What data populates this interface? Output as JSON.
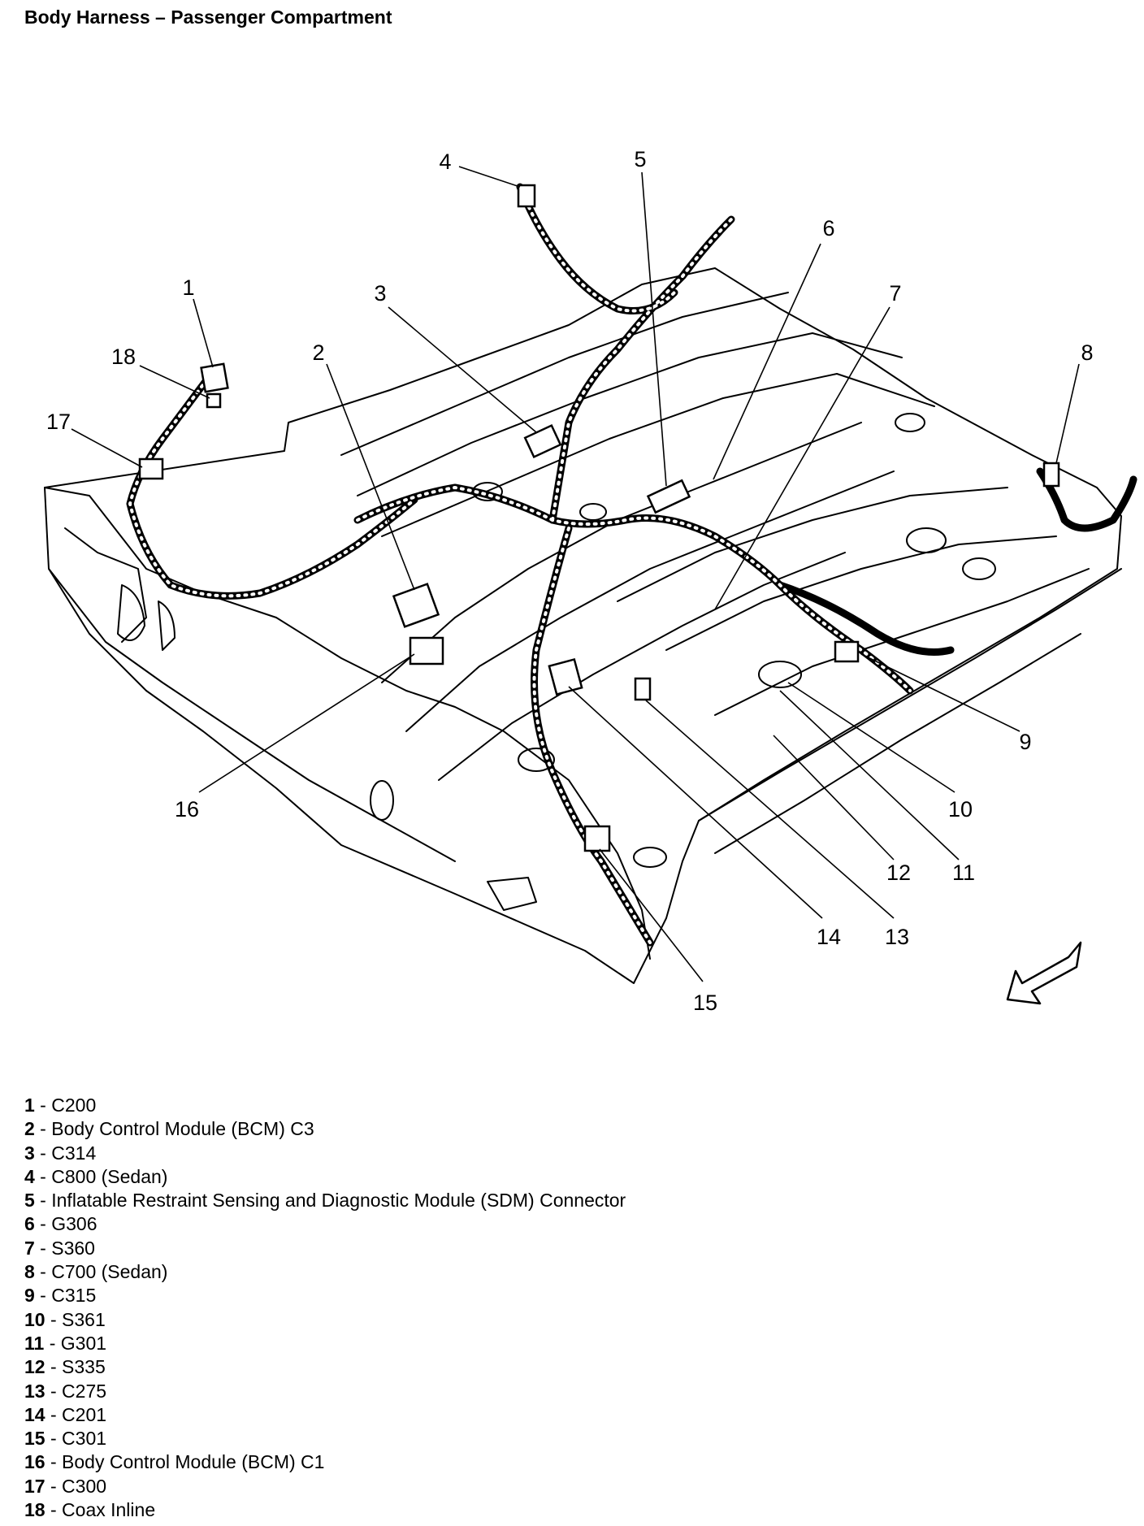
{
  "title": "Body Harness – Passenger Compartment",
  "callouts": [
    "1",
    "2",
    "3",
    "4",
    "5",
    "6",
    "7",
    "8",
    "9",
    "10",
    "11",
    "12",
    "13",
    "14",
    "15",
    "16",
    "17",
    "18"
  ],
  "legend": [
    {
      "num": "1",
      "sep": " - ",
      "label": "C200"
    },
    {
      "num": "2",
      "sep": " - ",
      "label": "Body Control Module (BCM) C3"
    },
    {
      "num": "3",
      "sep": " - ",
      "label": "C314"
    },
    {
      "num": "4",
      "sep": " - ",
      "label": "C800 (Sedan)"
    },
    {
      "num": "5",
      "sep": " - ",
      "label": "Inflatable Restraint Sensing and Diagnostic Module (SDM) Connector"
    },
    {
      "num": "6",
      "sep": " - ",
      "label": "G306"
    },
    {
      "num": "7",
      "sep": " - ",
      "label": "S360"
    },
    {
      "num": "8",
      "sep": " - ",
      "label": "C700 (Sedan)"
    },
    {
      "num": "9",
      "sep": " - ",
      "label": "C315"
    },
    {
      "num": "10",
      "sep": " - ",
      "label": "S361"
    },
    {
      "num": "11",
      "sep": " - ",
      "label": "G301"
    },
    {
      "num": "12",
      "sep": " - ",
      "label": "S335"
    },
    {
      "num": "13",
      "sep": " - ",
      "label": "C275"
    },
    {
      "num": "14",
      "sep": " - ",
      "label": "C201"
    },
    {
      "num": "15",
      "sep": " - ",
      "label": "C301"
    },
    {
      "num": "16",
      "sep": " - ",
      "label": "Body Control Module (BCM) C1"
    },
    {
      "num": "17",
      "sep": " - ",
      "label": "C300"
    },
    {
      "num": "18",
      "sep": " - ",
      "label": "Coax Inline"
    }
  ]
}
